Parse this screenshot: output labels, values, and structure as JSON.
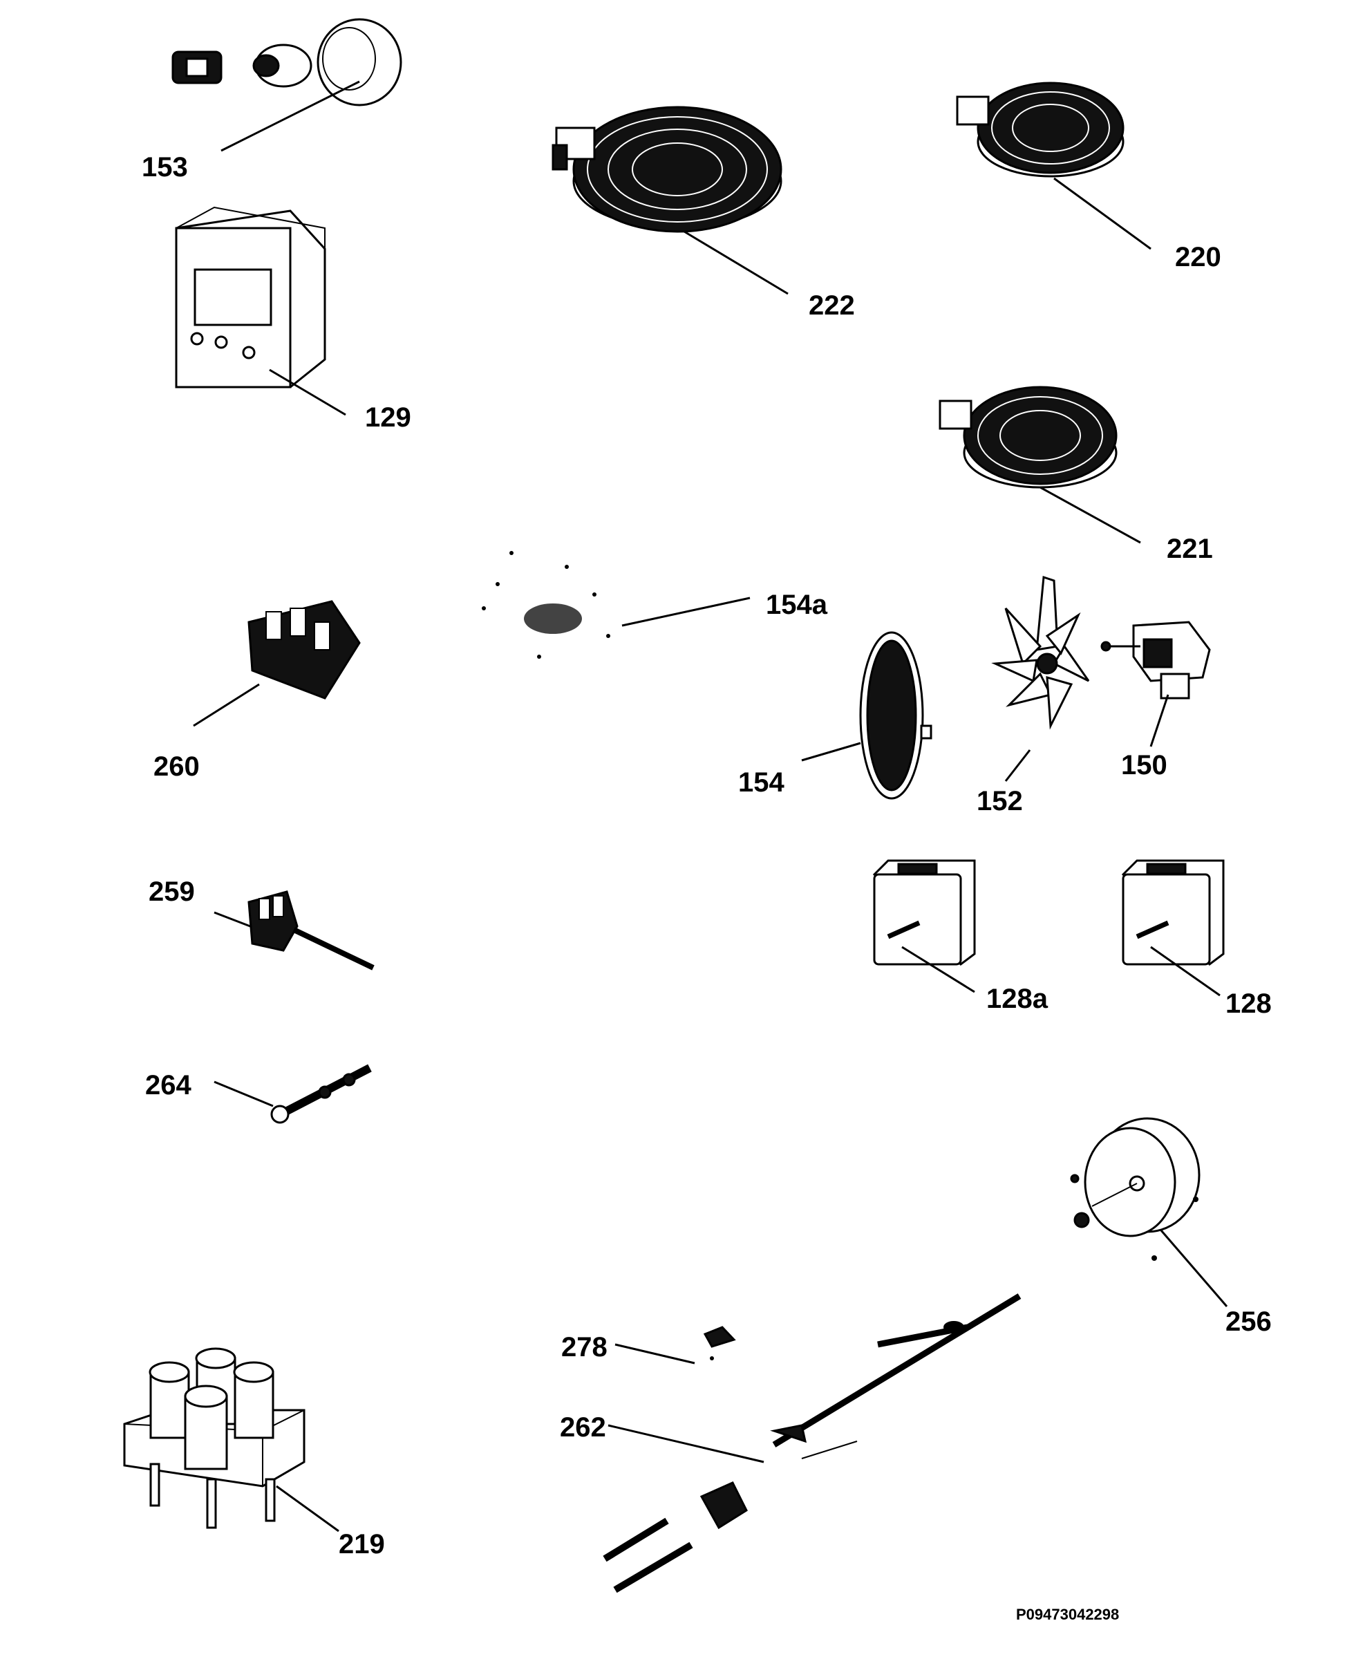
{
  "diagram": {
    "drawing_code": "P09473042298",
    "parts": [
      {
        "id": "p153",
        "label": "153"
      },
      {
        "id": "p222",
        "label": "222"
      },
      {
        "id": "p220",
        "label": "220"
      },
      {
        "id": "p129",
        "label": "129"
      },
      {
        "id": "p221",
        "label": "221"
      },
      {
        "id": "p154a",
        "label": "154a"
      },
      {
        "id": "p260",
        "label": "260"
      },
      {
        "id": "p154",
        "label": "154"
      },
      {
        "id": "p152",
        "label": "152"
      },
      {
        "id": "p150",
        "label": "150"
      },
      {
        "id": "p259",
        "label": "259"
      },
      {
        "id": "p128a",
        "label": "128a"
      },
      {
        "id": "p128",
        "label": "128"
      },
      {
        "id": "p264",
        "label": "264"
      },
      {
        "id": "p256",
        "label": "256"
      },
      {
        "id": "p278",
        "label": "278"
      },
      {
        "id": "p262",
        "label": "262"
      },
      {
        "id": "p219",
        "label": "219"
      }
    ]
  }
}
